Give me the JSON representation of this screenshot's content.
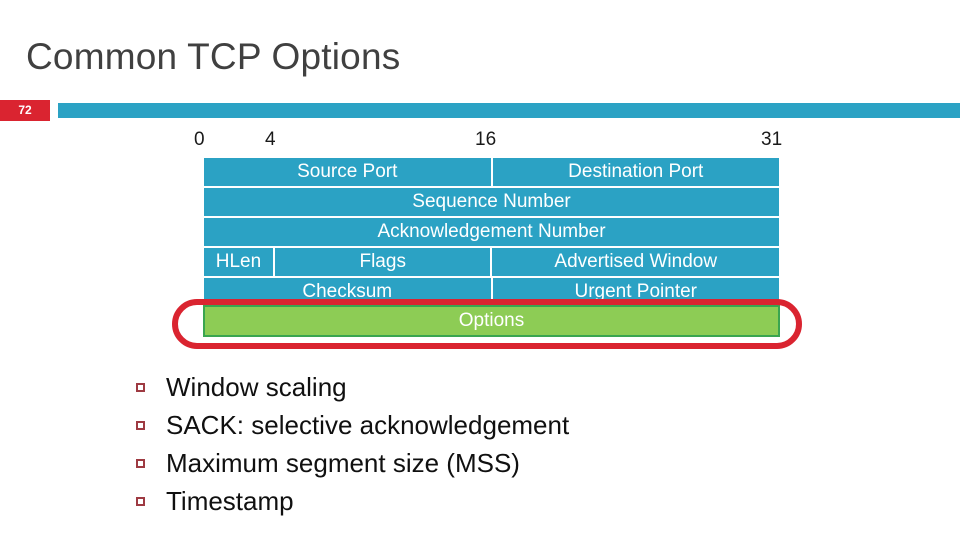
{
  "slide": {
    "title": "Common TCP Options",
    "number": "72",
    "accent_teal": "#2ba2c4",
    "accent_red": "#da2430",
    "accent_green": "#8dcc55",
    "green_border": "#3aa550",
    "title_color": "#404040",
    "bullet_color": "#9e3a42"
  },
  "bit_ruler": {
    "ticks": [
      "0",
      "4",
      "16",
      "31"
    ]
  },
  "tcp_header_diagram": {
    "rows": [
      {
        "cells": [
          {
            "label": "Source Port",
            "span": "half"
          },
          {
            "label": "Destination Port",
            "span": "half"
          }
        ]
      },
      {
        "cells": [
          {
            "label": "Sequence Number",
            "span": "full"
          }
        ]
      },
      {
        "cells": [
          {
            "label": "Acknowledgement Number",
            "span": "full"
          }
        ]
      },
      {
        "cells": [
          {
            "label": "HLen",
            "span": "hlen"
          },
          {
            "label": "Flags",
            "span": "flags"
          },
          {
            "label": "Advertised Window",
            "span": "window"
          }
        ]
      },
      {
        "cells": [
          {
            "label": "Checksum",
            "span": "half"
          },
          {
            "label": "Urgent Pointer",
            "span": "half"
          }
        ]
      }
    ],
    "options_row": {
      "label": "Options",
      "highlighted": true
    }
  },
  "options_list": {
    "items": [
      {
        "label": "Window scaling"
      },
      {
        "label": "SACK: selective acknowledgement"
      },
      {
        "label": "Maximum segment size (MSS)"
      },
      {
        "label": "Timestamp"
      }
    ]
  }
}
